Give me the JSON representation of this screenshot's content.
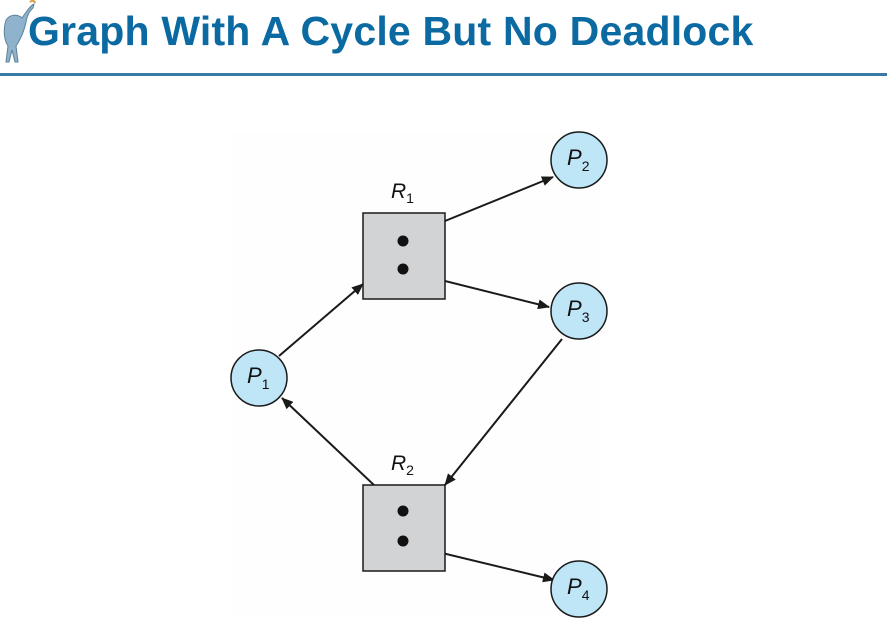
{
  "title": "Graph With A Cycle But No Deadlock",
  "colors": {
    "title": "#0b6aa2",
    "rule": "#3a78a8",
    "process_fill": "#bfe6f7",
    "resource_fill": "#d2d3d5",
    "stroke": "#1a1a1a"
  },
  "diagram": {
    "resources": [
      {
        "id": "R1",
        "base": "R",
        "sub": "1",
        "instances": 2
      },
      {
        "id": "R2",
        "base": "R",
        "sub": "2",
        "instances": 2
      }
    ],
    "processes": [
      {
        "id": "P1",
        "base": "P",
        "sub": "1"
      },
      {
        "id": "P2",
        "base": "P",
        "sub": "2"
      },
      {
        "id": "P3",
        "base": "P",
        "sub": "3"
      },
      {
        "id": "P4",
        "base": "P",
        "sub": "4"
      }
    ],
    "edges": [
      {
        "from": "R1",
        "to": "P2",
        "kind": "assignment"
      },
      {
        "from": "R1",
        "to": "P3",
        "kind": "assignment"
      },
      {
        "from": "P1",
        "to": "R1",
        "kind": "request"
      },
      {
        "from": "P3",
        "to": "R2",
        "kind": "request"
      },
      {
        "from": "R2",
        "to": "P1",
        "kind": "assignment"
      },
      {
        "from": "R2",
        "to": "P4",
        "kind": "assignment"
      }
    ]
  }
}
